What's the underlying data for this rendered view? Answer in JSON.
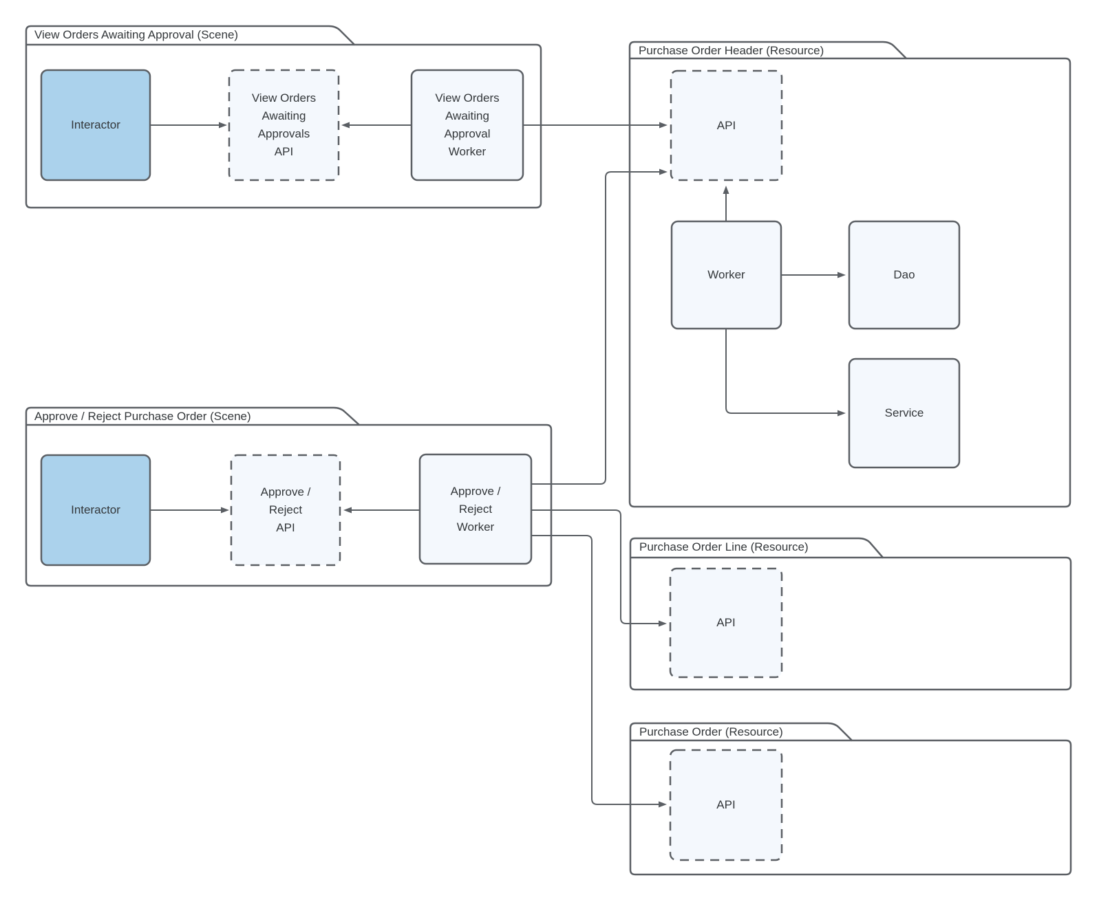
{
  "colors": {
    "actor_fill": "#abd2ec",
    "node_fill": "#f4f8fd",
    "stroke": "#5b5f64",
    "text": "#33373a",
    "container_fill": "#ffffff"
  },
  "containers": {
    "view_orders_scene": {
      "label": "View Orders Awaiting Approval (Scene)"
    },
    "approve_reject_scene": {
      "label": "Approve / Reject Purchase Order (Scene)"
    },
    "po_header_resource": {
      "label": "Purchase Order Header (Resource)"
    },
    "po_line_resource": {
      "label": "Purchase Order Line (Resource)"
    },
    "po_resource": {
      "label": "Purchase Order (Resource)"
    }
  },
  "nodes": {
    "view_interactor": {
      "label": "Interactor"
    },
    "view_api": {
      "label": "View Orders\nAwaiting\nApprovals\nAPI"
    },
    "view_worker": {
      "label": "View Orders\nAwaiting\nApproval\nWorker"
    },
    "ar_interactor": {
      "label": "Interactor"
    },
    "ar_api": {
      "label": "Approve /\nReject\nAPI"
    },
    "ar_worker": {
      "label": "Approve /\nReject\nWorker"
    },
    "po_header_api": {
      "label": "API"
    },
    "po_header_worker": {
      "label": "Worker"
    },
    "po_header_dao": {
      "label": "Dao"
    },
    "po_header_service": {
      "label": "Service"
    },
    "po_line_api": {
      "label": "API"
    },
    "po_api": {
      "label": "API"
    }
  }
}
